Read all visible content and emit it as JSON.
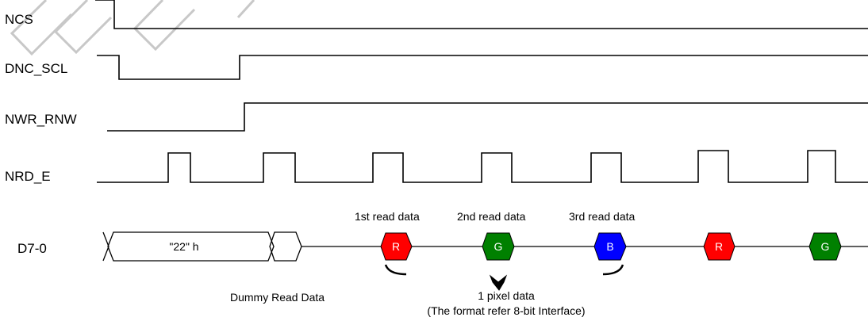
{
  "signals": {
    "ncs": "NCS",
    "dnc_scl": "DNC_SCL",
    "nwr_rnw": "NWR_RNW",
    "nrd_e": "NRD_E",
    "data_bus": "D7-0"
  },
  "bus": {
    "hex_value": "\"22\" h",
    "cells": [
      {
        "label": "R",
        "color": "#ff0000",
        "text_color": "#ffffff"
      },
      {
        "label": "G",
        "color": "#008000",
        "text_color": "#ffffff"
      },
      {
        "label": "B",
        "color": "#0000ff",
        "text_color": "#ffffff"
      },
      {
        "label": "R",
        "color": "#ff0000",
        "text_color": "#ffffff"
      },
      {
        "label": "G",
        "color": "#008000",
        "text_color": "#ffffff"
      }
    ]
  },
  "annotations": {
    "read1": "1st read data",
    "read2": "2nd read data",
    "read3": "3rd read data",
    "dummy": "Dummy Read Data",
    "pixel_line1": "1 pixel data",
    "pixel_line2": "(The format refer 8-bit Interface)"
  }
}
